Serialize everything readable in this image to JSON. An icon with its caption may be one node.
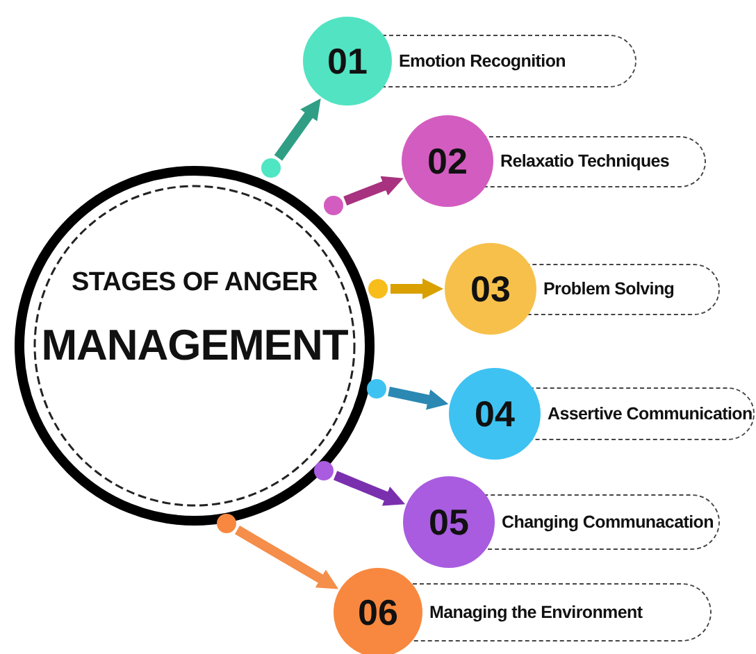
{
  "diagram": {
    "nodes": [
      {
        "text": [
          "STAGES OF ANGER",
          "MANAGEMENT"
        ]
      },
      {
        "text": [
          "01",
          "Emotion Recognition"
        ]
      },
      {
        "text": [
          "02",
          "Relaxatio Techniques"
        ]
      },
      {
        "text": [
          "03",
          "Problem Solving"
        ]
      },
      {
        "text": [
          "04",
          "Assertive Communication"
        ]
      },
      {
        "text": [
          "05",
          "Changing Communacation"
        ]
      },
      {
        "text": [
          "06",
          "Managing the Environment"
        ]
      }
    ],
    "edges": [
      {
        "from": 0,
        "to": 1,
        "arrow": "to",
        "color": "#2f9e85"
      },
      {
        "from": 0,
        "to": 2,
        "arrow": "to",
        "color": "#a8327f"
      },
      {
        "from": 0,
        "to": 3,
        "arrow": "to",
        "color": "#d9a000"
      },
      {
        "from": 0,
        "to": 4,
        "arrow": "to",
        "color": "#2a88b3"
      },
      {
        "from": 0,
        "to": 5,
        "arrow": "to",
        "color": "#7a2fae"
      },
      {
        "from": 0,
        "to": 6,
        "arrow": "to",
        "color": "#f48e4a"
      }
    ]
  }
}
